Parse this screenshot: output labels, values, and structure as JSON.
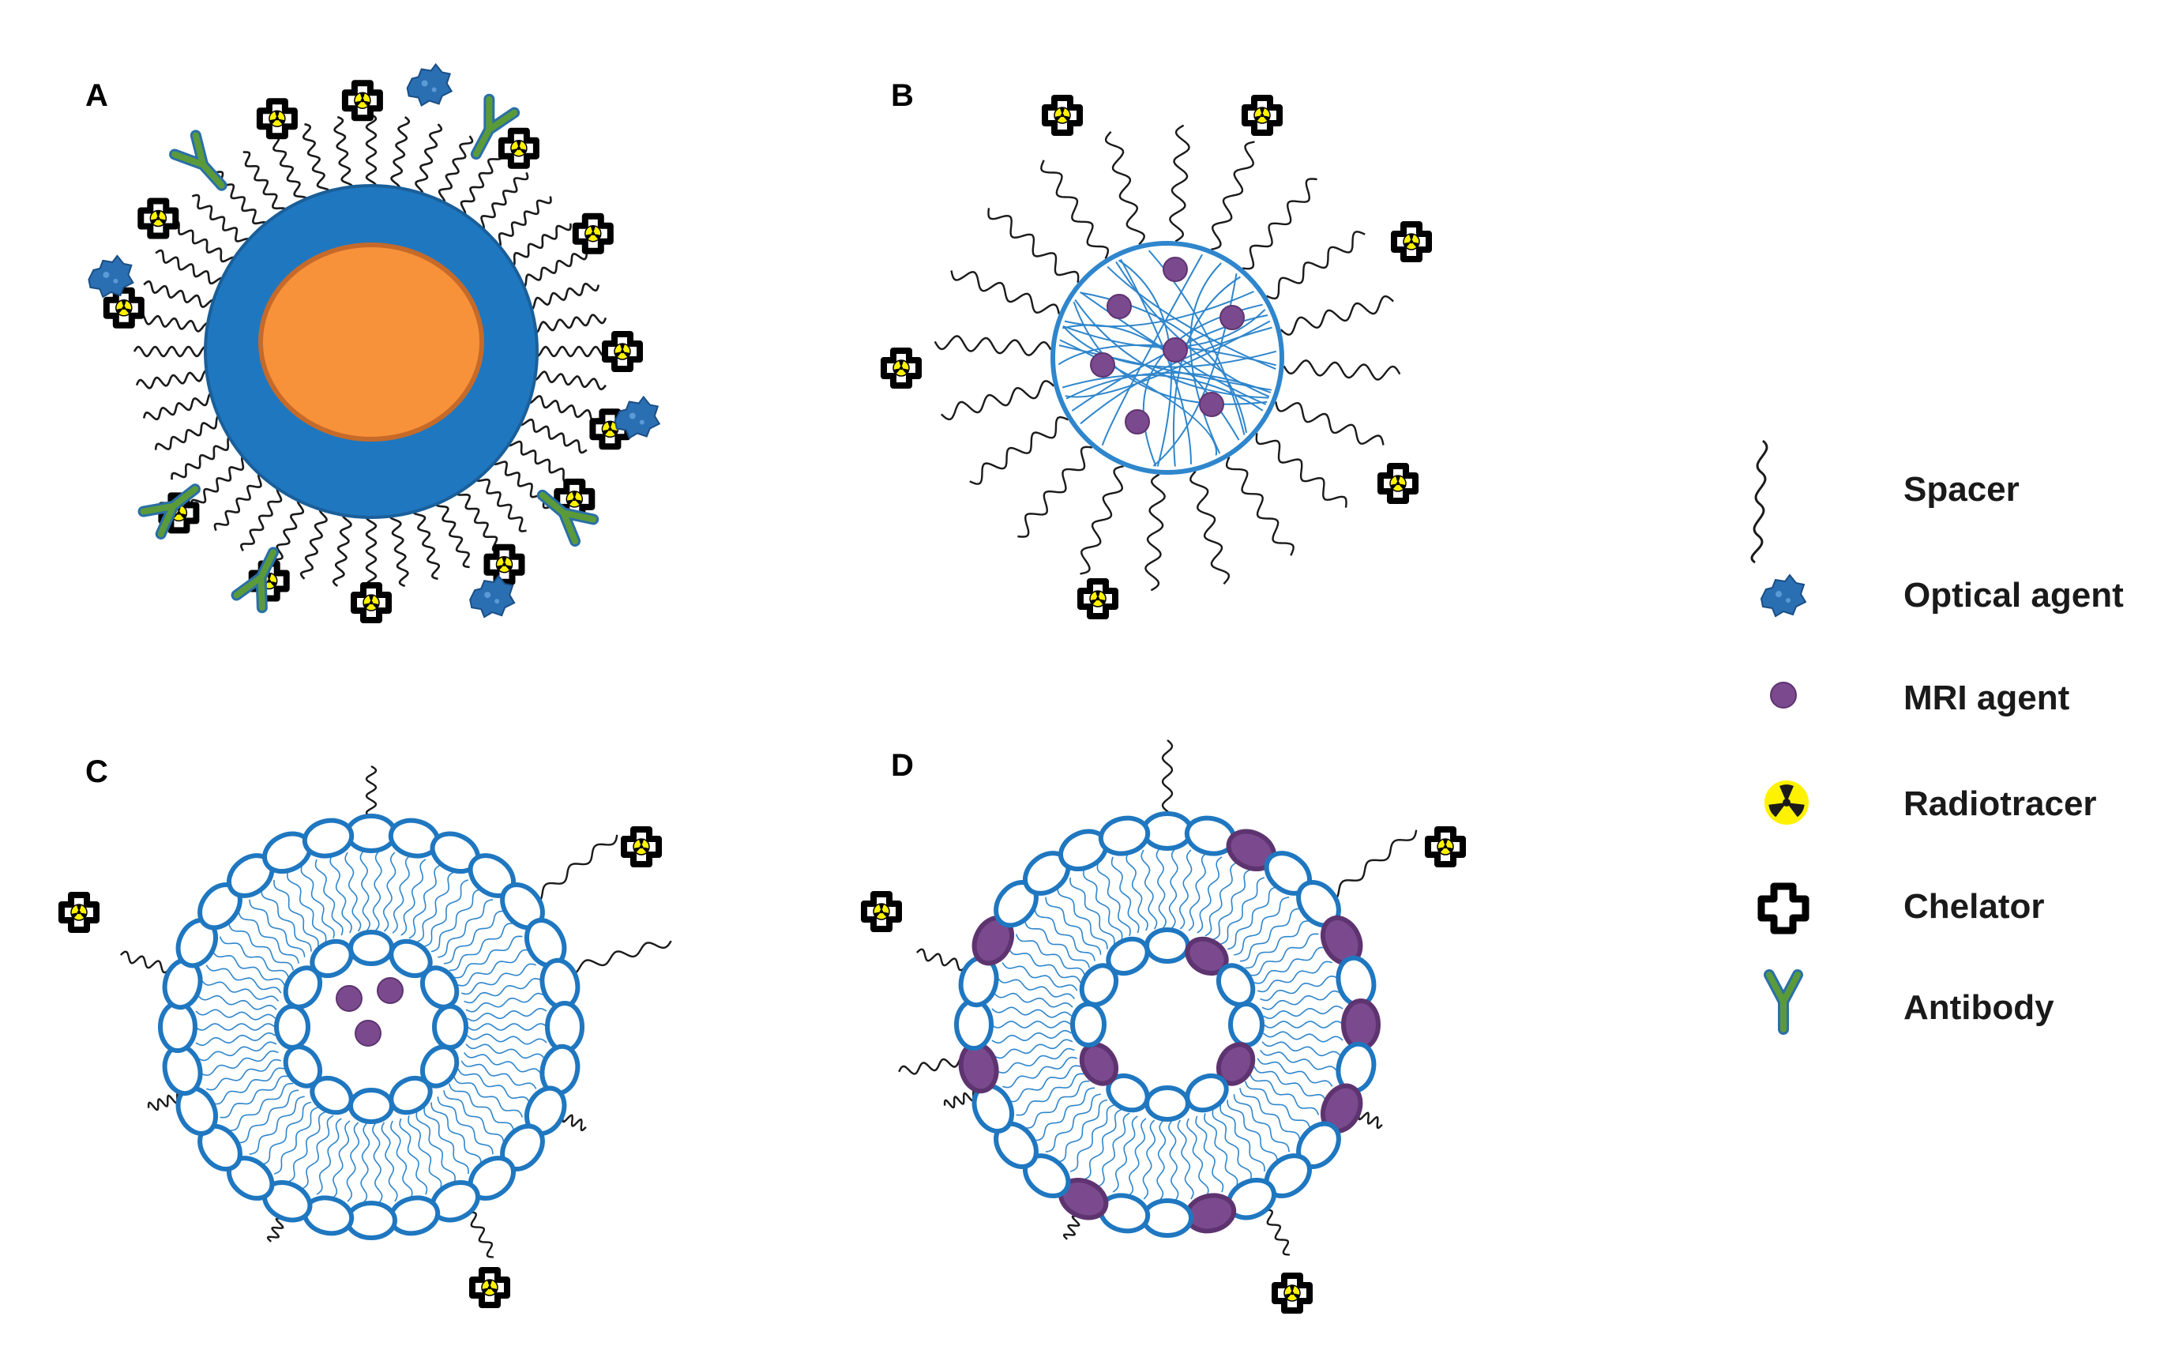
{
  "panels": [
    {
      "id": "A",
      "label": "A"
    },
    {
      "id": "B",
      "label": "B"
    },
    {
      "id": "C",
      "label": "C"
    },
    {
      "id": "D",
      "label": "D"
    }
  ],
  "legend": {
    "items": [
      {
        "id": "spacer",
        "label": "Spacer",
        "icon": "spacer-icon"
      },
      {
        "id": "optical",
        "label": "Optical agent",
        "icon": "optical-agent-icon"
      },
      {
        "id": "mri",
        "label": "MRI agent",
        "icon": "mri-agent-icon"
      },
      {
        "id": "radio",
        "label": "Radiotracer",
        "icon": "radiotracer-icon"
      },
      {
        "id": "chelator",
        "label": "Chelator",
        "icon": "chelator-icon"
      },
      {
        "id": "antibody",
        "label": "Antibody",
        "icon": "antibody-icon"
      }
    ]
  },
  "colors": {
    "shell_blue": "#1f77c0",
    "shell_blue_dark": "#1a5f99",
    "core_orange": "#f7923a",
    "core_orange_edge": "#c66a2a",
    "lipid_blue": "#2f86cc",
    "mri_purple": "#7b4a8e",
    "mri_purple_edge": "#5e3470",
    "radio_yellow": "#fff200",
    "antibody_green": "#5a9a3a",
    "antibody_outline": "#2a6fa8",
    "optical_blue": "#2b6fb3"
  }
}
